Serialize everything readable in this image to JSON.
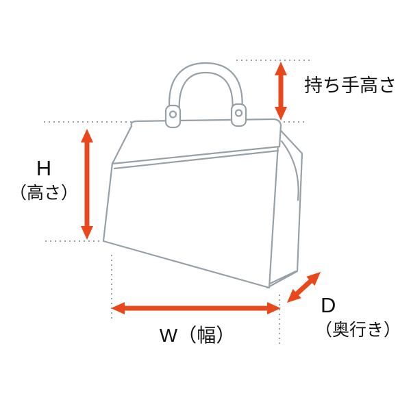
{
  "diagram": {
    "type": "bag-measurement-diagram",
    "labels": {
      "handle_height": "持ち手高さ",
      "height_letter": "H",
      "height_caption": "（高さ）",
      "width": "W（幅）",
      "depth_letter": "D",
      "depth_caption": "（奥行き）"
    },
    "colors": {
      "arrow": "#e8481c",
      "outline": "#97a0a6",
      "guide": "#9aa0a6",
      "text": "#111111",
      "background": "#ffffff"
    },
    "icons": {
      "illustration": "handbag-line-drawing",
      "arrows": [
        "handle-height-arrow",
        "height-arrow",
        "width-arrow",
        "depth-arrow"
      ]
    }
  }
}
